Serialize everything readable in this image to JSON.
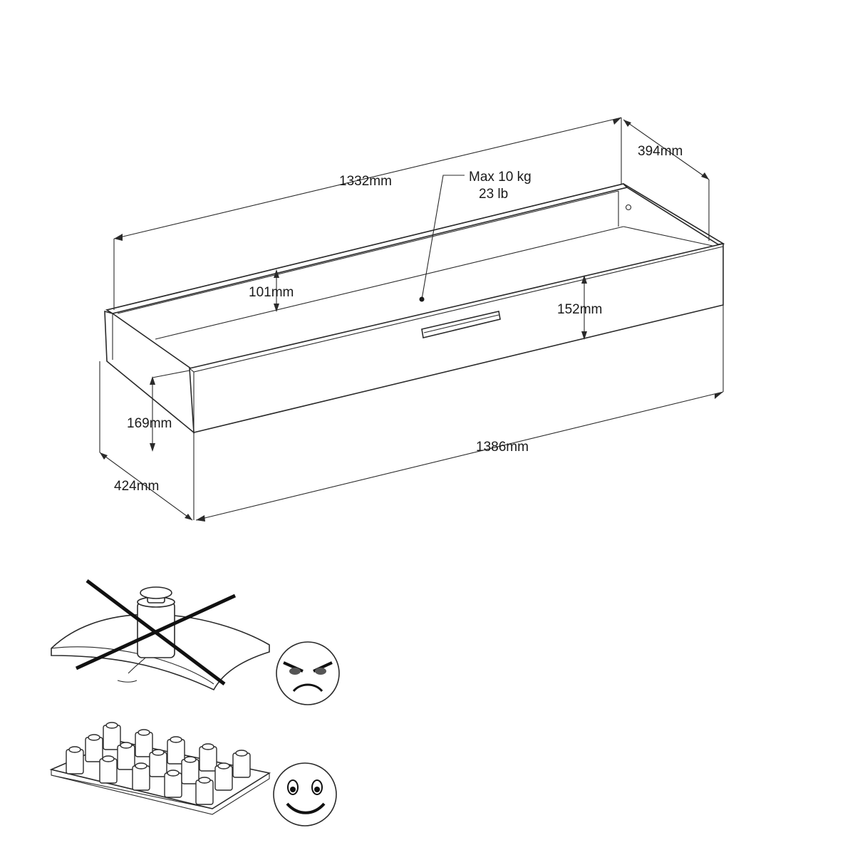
{
  "dimensions": {
    "top_width": "1332mm",
    "top_depth": "394mm",
    "inner_height": "101mm",
    "front_height": "152mm",
    "side_height": "169mm",
    "bottom_width": "1386mm",
    "bottom_depth": "424mm"
  },
  "load": {
    "line1": "Max 10 kg",
    "line2": "23 lb"
  },
  "colors": {
    "line": "#2a2a2a",
    "background": "#ffffff"
  },
  "icons": {
    "bad_load": "concentrated-weight-crossed-icon",
    "angry_face": "angry-face-icon",
    "good_load": "distributed-weights-icon",
    "happy_face": "happy-face-icon"
  }
}
